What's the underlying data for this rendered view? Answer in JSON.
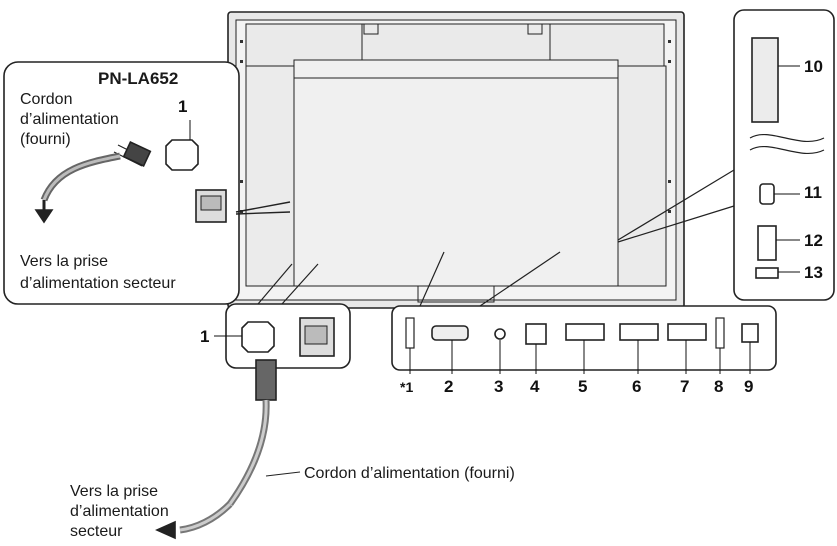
{
  "model_label": "PN-LA652",
  "inset_cord_label": [
    "Cordon",
    "d’alimentation",
    "(fourni)"
  ],
  "inset_outlet_label": [
    "Vers la prise",
    "d’alimentation secteur"
  ],
  "main_cord_label": "Cordon d’alimentation (fourni)",
  "main_outlet_label": [
    "Vers la prise",
    "d’alimentation",
    "secteur"
  ],
  "callouts": {
    "inset_ac_in": "1",
    "main_ac_in": "1",
    "bottom_first": "*1",
    "n2": "2",
    "n3": "3",
    "n4": "4",
    "n5": "5",
    "n6": "6",
    "n7": "7",
    "n8": "8",
    "n9": "9",
    "n10": "10",
    "n11": "11",
    "n12": "12",
    "n13": "13"
  }
}
